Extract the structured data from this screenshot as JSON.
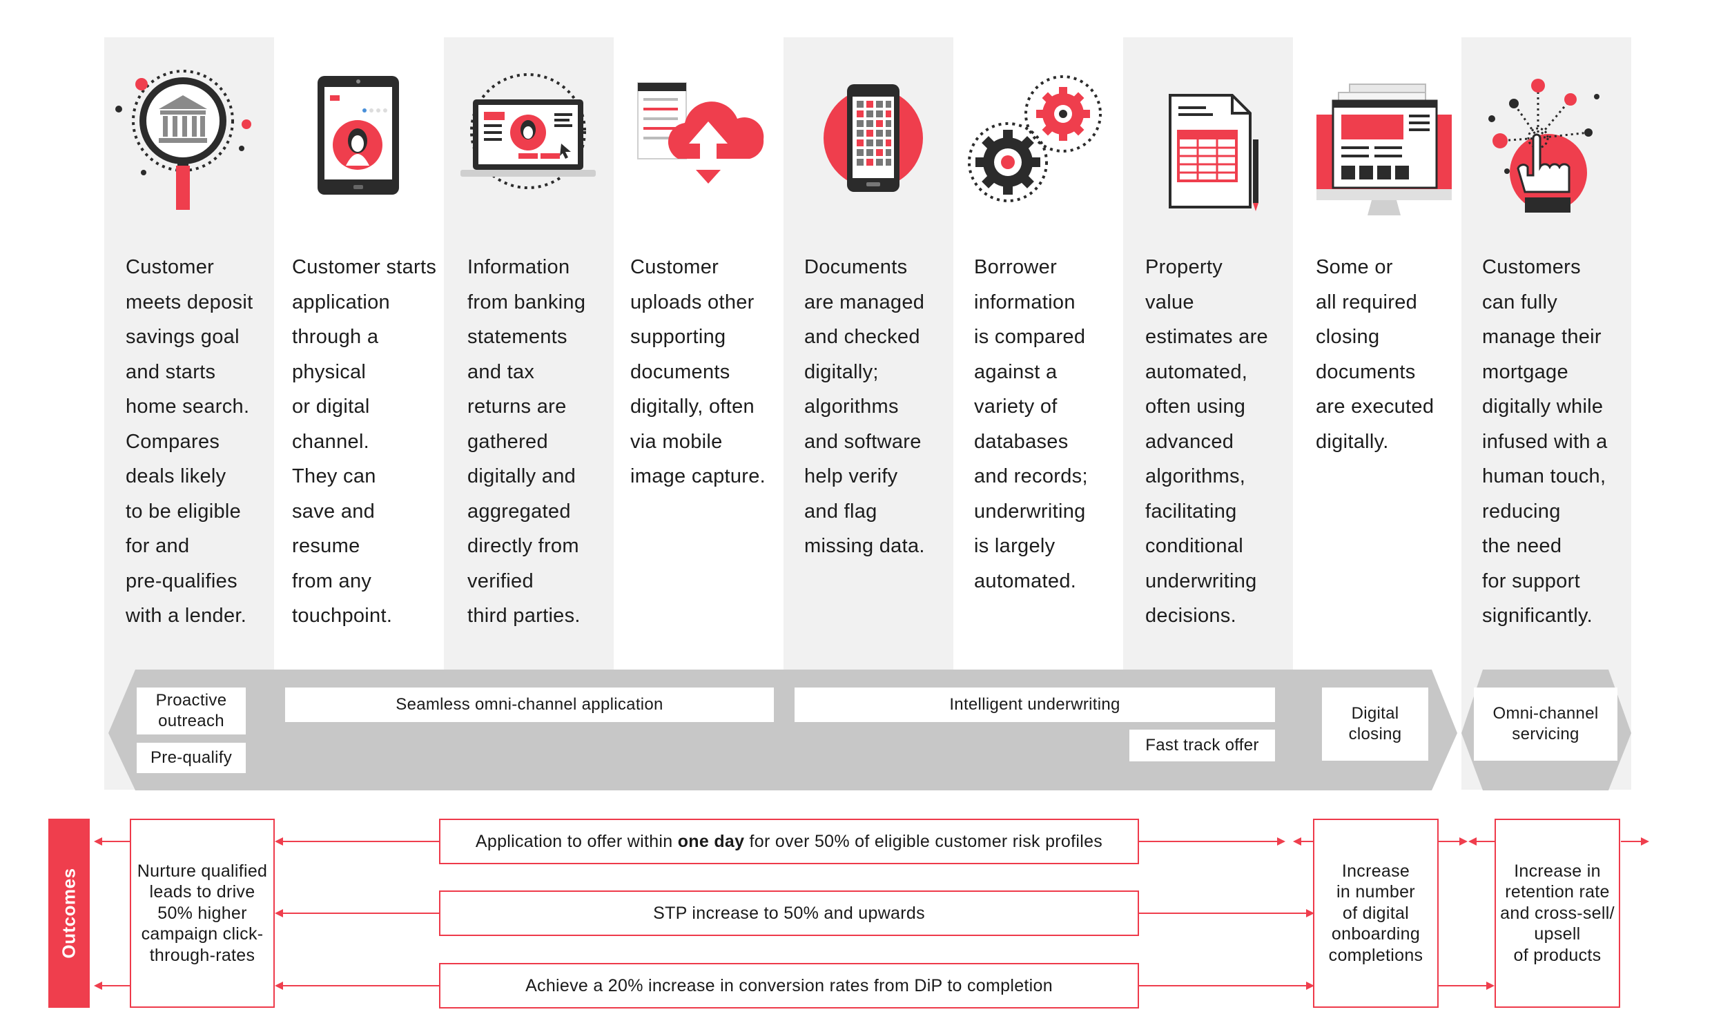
{
  "colors": {
    "accent": "#ef3e4d",
    "dark": "#2b2b2b",
    "band": "#c7c7c7",
    "column": "#f1f1f1"
  },
  "stages": [
    {
      "icon": "magnifier-bank-icon",
      "text": "Customer\nmeets deposit\nsavings goal\nand starts\nhome search.\nCompares\ndeals likely\nto be eligible\nfor and\npre-qualifies\nwith a lender."
    },
    {
      "icon": "tablet-profile-icon",
      "text": "Customer starts\napplication\nthrough a\nphysical\nor digital\nchannel.\nThey can\nsave and\nresume\nfrom any\ntouchpoint."
    },
    {
      "icon": "laptop-profile-icon",
      "text": "Information\nfrom banking\nstatements\nand tax\nreturns are\ngathered\ndigitally and\naggregated\ndirectly from\nverified\nthird parties."
    },
    {
      "icon": "cloud-upload-icon",
      "text": "Customer\nuploads other\nsupporting\ndocuments\ndigitally, often\nvia mobile\nimage capture."
    },
    {
      "icon": "smartphone-grid-icon",
      "text": "Documents\nare managed\nand checked\ndigitally;\nalgorithms\nand software\nhelp verify\nand flag\nmissing data."
    },
    {
      "icon": "gears-icon",
      "text": "Borrower\ninformation\nis compared\nagainst a\nvariety of\ndatabases\nand records;\nunderwriting\nis largely\nautomated."
    },
    {
      "icon": "document-table-icon",
      "text": "Property\nvalue\nestimates are\nautomated,\noften using\nadvanced\nalgorithms,\nfacilitating\nconditional\nunderwriting\ndecisions."
    },
    {
      "icon": "monitor-documents-icon",
      "text": "Some or\nall required\nclosing\ndocuments\nare executed\ndigitally."
    },
    {
      "icon": "touch-network-icon",
      "text": "Customers\ncan fully\nmanage their\nmortgage\ndigitally while\ninfused with a\nhuman touch,\nreducing\nthe need\nfor support\nsignificantly."
    }
  ],
  "phases": {
    "proactive_outreach": "Proactive\noutreach",
    "pre_qualify": "Pre-qualify",
    "seamless": "Seamless omni-channel application",
    "intelligent": "Intelligent underwriting",
    "fast_track": "Fast track offer",
    "digital_closing": "Digital\nclosing",
    "omni_servicing": "Omni-channel\nservicing"
  },
  "outcomes": {
    "label": "Outcomes",
    "nurture": "Nurture qualified\nleads to drive\n50% higher\ncampaign click-\nthrough-rates",
    "app_to_offer_pre": "Application to offer within ",
    "app_to_offer_bold": "one day",
    "app_to_offer_post": " for over 50% of eligible customer risk profiles",
    "stp": "STP increase to 50% and upwards",
    "conversion": "Achieve a 20% increase in conversion rates from DiP to completion",
    "onboarding": "Increase\nin number\nof digital\nonboarding\ncompletions",
    "retention": "Increase in\nretention rate\nand cross-sell/\nupsell\nof products"
  }
}
